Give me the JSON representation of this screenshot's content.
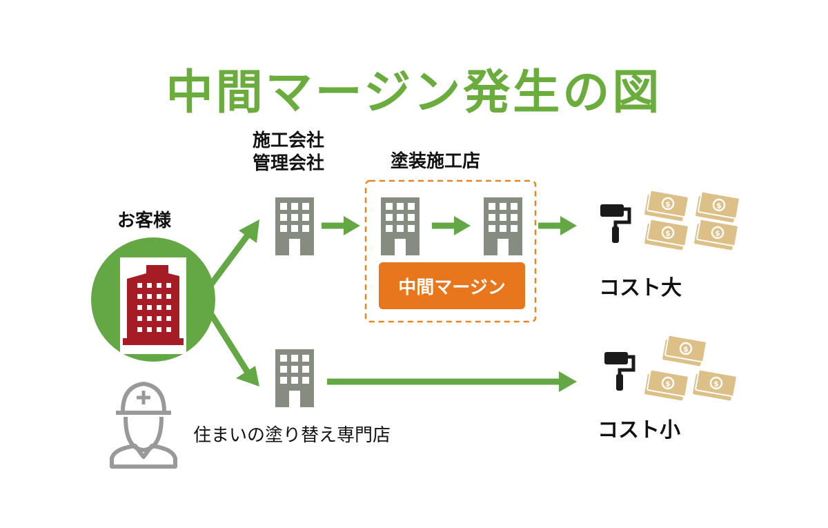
{
  "title": "中間マージン発生の図",
  "labels": {
    "customer": "お客様",
    "general_contractor": "施工会社\n管理会社",
    "painter": "塗装施工店",
    "margin": "中間マージン",
    "cost_high": "コスト大",
    "cost_low": "コスト小",
    "specialist": "住まいの塗り替え専門店"
  },
  "colors": {
    "title": "#6aad3d",
    "arrow": "#63a844",
    "circle": "#63a844",
    "building_gray": "#868c80",
    "building_red": "#a51c24",
    "margin_box": "#e8761d",
    "dashed_border": "#e8861d",
    "money": "#dcc087",
    "roller": "#1a1a1a",
    "worker": "#999999"
  },
  "icons": [
    "building-icon",
    "paint-roller-icon",
    "money-bill-icon",
    "worker-helmet-icon"
  ]
}
